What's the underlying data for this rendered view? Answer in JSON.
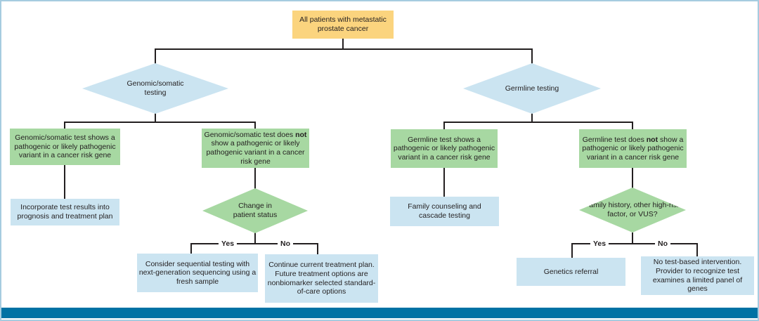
{
  "colors": {
    "root_fill": "#fbd47e",
    "decision_fill": "#cbe4f1",
    "result_fill": "#a7d8a2",
    "outcome_fill": "#cbe4f1",
    "footer_bar": "#0072a4",
    "frame_border": "#a6cce0",
    "connector_line": "#231f20"
  },
  "nodes": {
    "root": "All patients with metastatic prostate cancer",
    "somatic_decision": "Genomic/somatic testing",
    "germline_decision": "Germline testing",
    "somatic_positive": "Genomic/somatic test shows a pathogenic or likely pathogenic variant in a cancer risk gene",
    "somatic_negative": {
      "pre": "Genomic/somatic test does ",
      "bold": "not",
      "post": " show a pathogenic or likely pathogenic variant in a cancer risk gene"
    },
    "germline_positive": "Germline test shows a pathogenic or likely pathogenic variant in a cancer risk gene",
    "germline_negative": {
      "pre": "Germline test does ",
      "bold": "not",
      "post": " show a pathogenic or likely pathogenic variant in a cancer risk gene"
    },
    "incorporate": "Incorporate test results into prognosis and treatment plan",
    "change_status": "Change in patient status",
    "sequential": "Consider sequential testing with next-generation sequencing using a fresh sample",
    "continue_plan": "Continue current treatment plan. Future treatment options are nonbiomarker selected standard-of-care options",
    "family_counseling": "Family counseling and cascade testing",
    "family_history": "Family history, other high-risk factor, or VUS?",
    "genetics_referral": "Genetics referral",
    "no_intervention": "No test-based intervention. Provider to recognize test examines a limited panel of genes"
  },
  "labels": {
    "yes": "Yes",
    "no": "No"
  }
}
